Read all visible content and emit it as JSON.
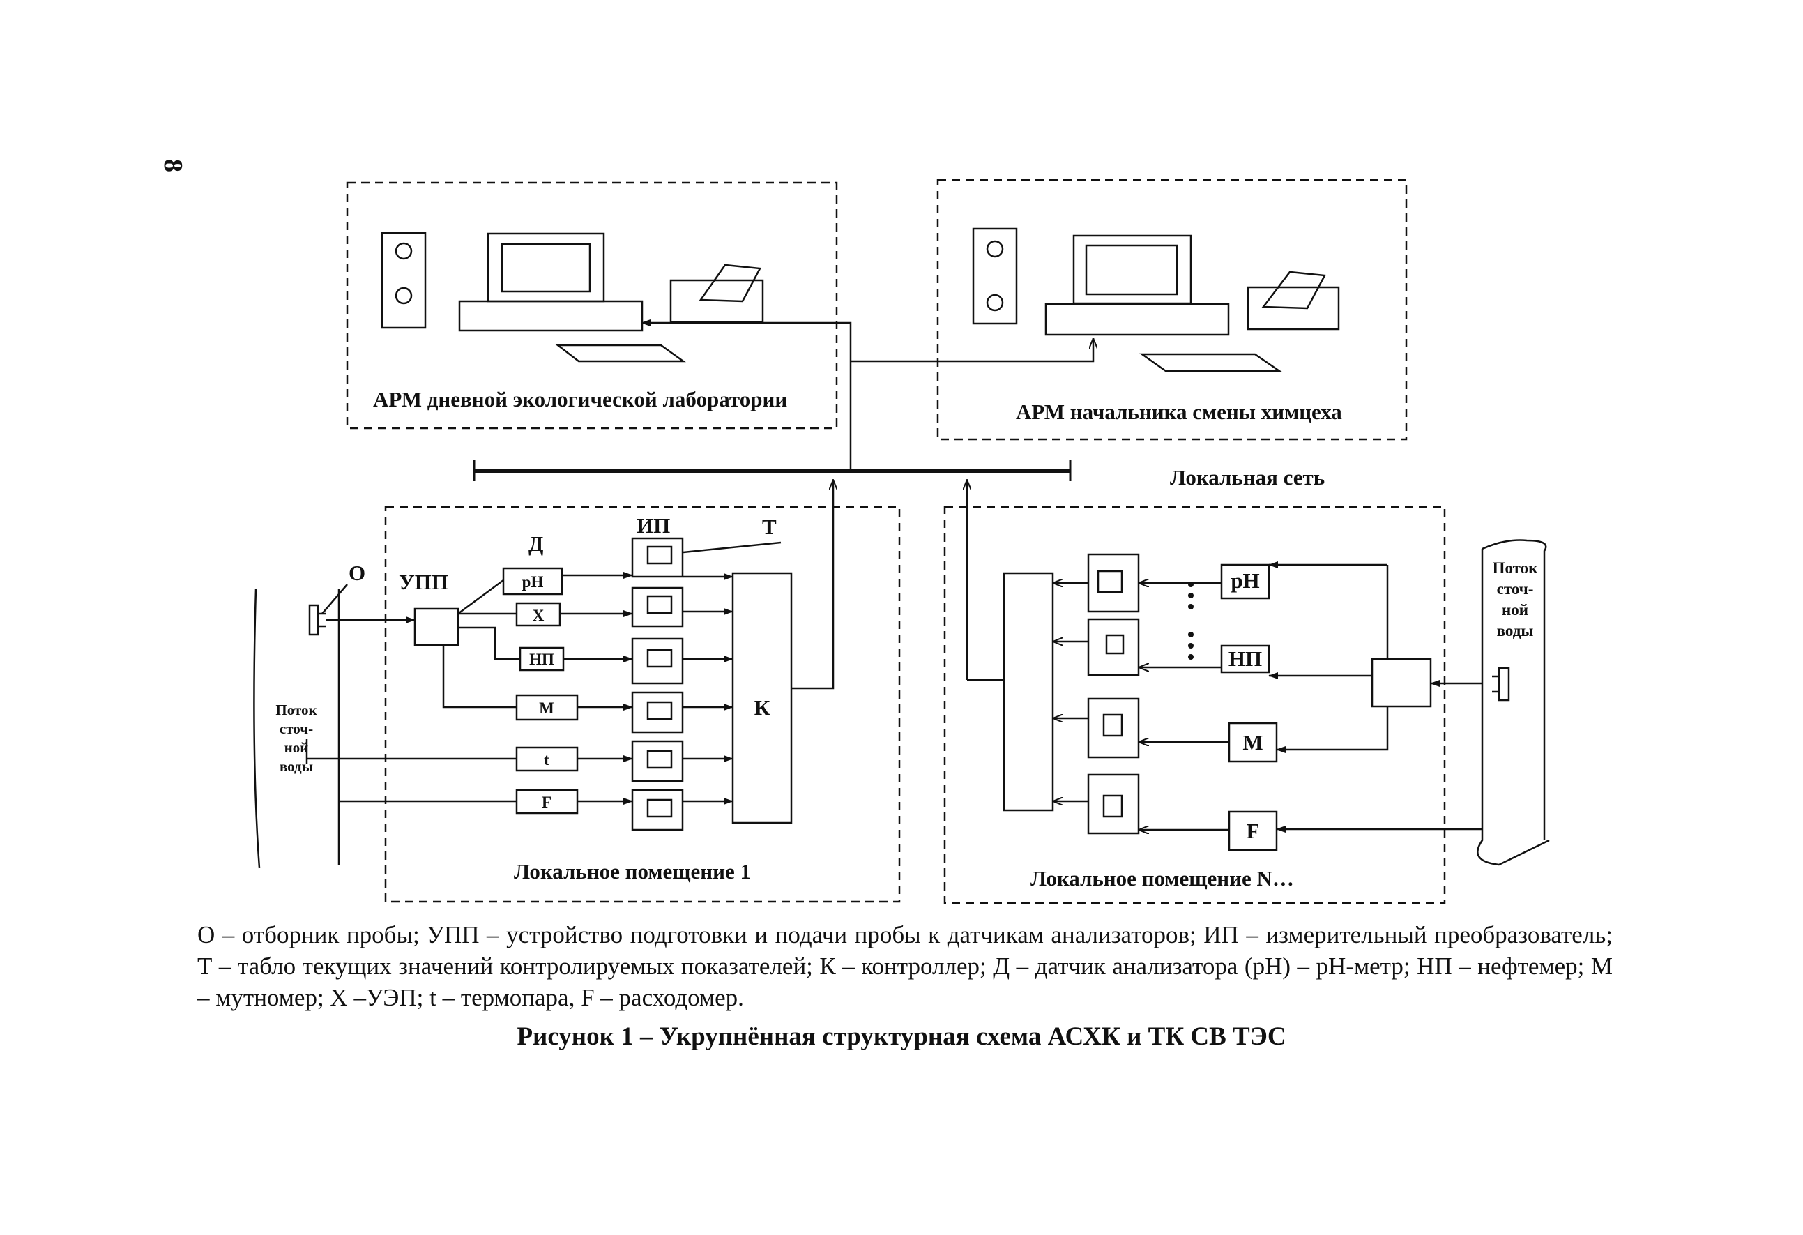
{
  "page_number": "8",
  "workstations": {
    "lab": {
      "label": "АРМ дневной экологической лаборатории"
    },
    "shift": {
      "label": "АРМ начальника смены  химцеха"
    }
  },
  "network": {
    "label": "Локальная сеть"
  },
  "room1": {
    "label": "Локальное помещение  1",
    "sampler": "О",
    "prep_unit": "УПП",
    "sensor_group": "Д",
    "converter_group": "ИП",
    "display": "Т",
    "controller": "К",
    "sensors": [
      "pH",
      "X",
      "НП",
      "М",
      "t",
      "F"
    ],
    "stream_label": [
      "Поток",
      "сточ-",
      "ной",
      "воды"
    ]
  },
  "roomN": {
    "label": "Локальное помещение  N…",
    "sensors": [
      "pH",
      "НП",
      "М",
      "F"
    ],
    "stream_label": [
      "Поток",
      "сточ-",
      "ной",
      "воды"
    ]
  },
  "legend": "О – отборник пробы; УПП – устройство подготовки и подачи пробы к датчикам анализаторов; ИП – измерительный преобразователь; Т – табло текущих значений контролируемых показателей; К – контроллер; Д – датчик анализатора (рН) – рН-метр; НП – нефтемер; М – мутномер; Х –УЭП; t – термопара, F – расходомер.",
  "caption": "Рисунок 1 – Укрупнённая структурная схема АСХК и ТК СВ ТЭС"
}
